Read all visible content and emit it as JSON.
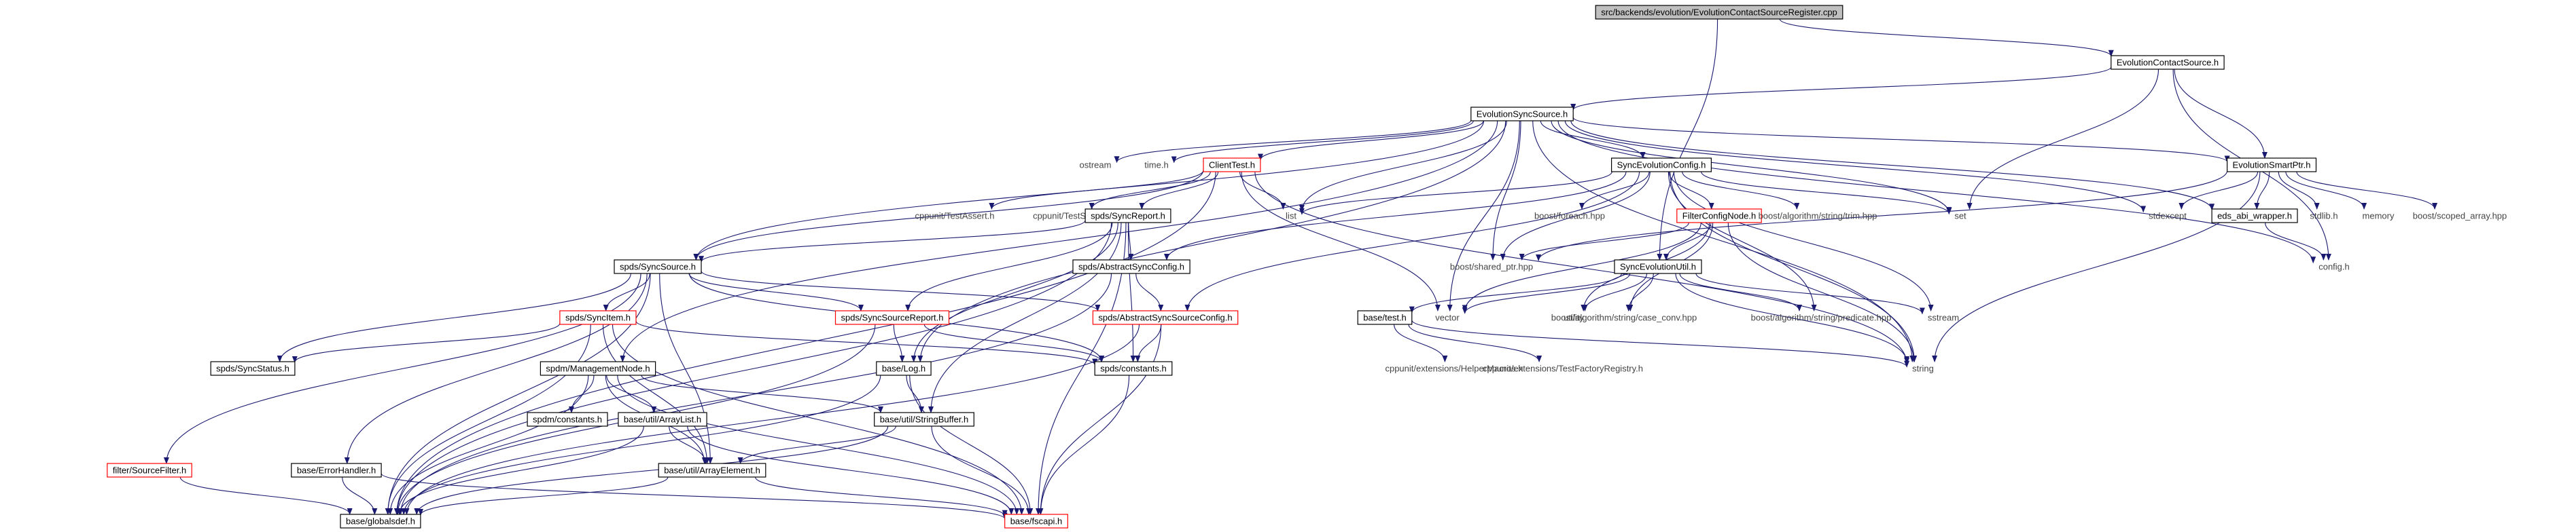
{
  "diagram": {
    "title": "src/backends/evolution/EvolutionContactSourceRegister.cpp",
    "colors": {
      "edge": "#191970",
      "root_fill": "#bfbfbf",
      "highlight": "#ff0000"
    },
    "nodes": [
      {
        "id": "root",
        "label": "src/backends/evolution/EvolutionContactSourceRegister.cpp",
        "style": "root"
      },
      {
        "id": "ecs",
        "label": "EvolutionContactSource.h",
        "style": "box"
      },
      {
        "id": "ess",
        "label": "EvolutionSyncSource.h",
        "style": "box"
      },
      {
        "id": "ostream",
        "label": "ostream",
        "style": "plain"
      },
      {
        "id": "time",
        "label": "time.h",
        "style": "plain"
      },
      {
        "id": "clienttest",
        "label": "ClientTest.h",
        "style": "red"
      },
      {
        "id": "esc",
        "label": "SyncEvolutionConfig.h",
        "style": "box"
      },
      {
        "id": "esp",
        "label": "EvolutionSmartPtr.h",
        "style": "box"
      },
      {
        "id": "cppassert",
        "label": "cppunit/TestAssert.h",
        "style": "plain"
      },
      {
        "id": "cppsuite",
        "label": "cppunit/TestSuite.h",
        "style": "plain"
      },
      {
        "id": "syncreport",
        "label": "spds/SyncReport.h",
        "style": "box"
      },
      {
        "id": "list",
        "label": "list",
        "style": "plain"
      },
      {
        "id": "bforeach",
        "label": "boost/foreach.hpp",
        "style": "plain"
      },
      {
        "id": "filternode",
        "label": "FilterConfigNode.h",
        "style": "red"
      },
      {
        "id": "btrim",
        "label": "boost/algorithm/string/trim.hpp",
        "style": "plain"
      },
      {
        "id": "set",
        "label": "set",
        "style": "plain"
      },
      {
        "id": "stdexcept",
        "label": "stdexcept",
        "style": "plain"
      },
      {
        "id": "edsabi",
        "label": "eds_abi_wrapper.h",
        "style": "box"
      },
      {
        "id": "stdlib",
        "label": "stdlib.h",
        "style": "plain"
      },
      {
        "id": "memory",
        "label": "memory",
        "style": "plain"
      },
      {
        "id": "bscoped",
        "label": "boost/scoped_array.hpp",
        "style": "plain"
      },
      {
        "id": "config",
        "label": "config.h",
        "style": "plain"
      },
      {
        "id": "bshared",
        "label": "boost/shared_ptr.hpp",
        "style": "plain"
      },
      {
        "id": "spdsasc",
        "label": "spds/AbstractSyncConfig.h",
        "style": "box"
      },
      {
        "id": "syncsource",
        "label": "spds/SyncSource.h",
        "style": "box"
      },
      {
        "id": "seutil",
        "label": "SyncEvolutionUtil.h",
        "style": "box"
      },
      {
        "id": "vector",
        "label": "vector",
        "style": "plain"
      },
      {
        "id": "utility",
        "label": "utility",
        "style": "plain"
      },
      {
        "id": "bcase",
        "label": "boost/algorithm/string/case_conv.hpp",
        "style": "plain"
      },
      {
        "id": "bpred",
        "label": "boost/algorithm/string/predicate.hpp",
        "style": "plain"
      },
      {
        "id": "sstream",
        "label": "sstream",
        "style": "plain"
      },
      {
        "id": "basetest",
        "label": "base/test.h",
        "style": "box"
      },
      {
        "id": "cpphelper",
        "label": "cppunit/extensions/HelperMacros.h",
        "style": "plain"
      },
      {
        "id": "cppfactory",
        "label": "cppunit/extensions/TestFactoryRegistry.h",
        "style": "plain"
      },
      {
        "id": "string",
        "label": "string",
        "style": "plain"
      },
      {
        "id": "syncitem",
        "label": "spds/SyncItem.h",
        "style": "red"
      },
      {
        "id": "ssreport",
        "label": "spds/SyncSourceReport.h",
        "style": "red"
      },
      {
        "id": "asscfg",
        "label": "spds/AbstractSyncSourceConfig.h",
        "style": "red"
      },
      {
        "id": "syncstatus",
        "label": "spds/SyncStatus.h",
        "style": "box"
      },
      {
        "id": "mgmtnode",
        "label": "spdm/ManagementNode.h",
        "style": "box"
      },
      {
        "id": "baselog",
        "label": "base/Log.h",
        "style": "box"
      },
      {
        "id": "constants",
        "label": "spds/constants.h",
        "style": "box"
      },
      {
        "id": "spdmconst",
        "label": "spdm/constants.h",
        "style": "box"
      },
      {
        "id": "arraylist",
        "label": "base/util/ArrayList.h",
        "style": "box"
      },
      {
        "id": "strbuf",
        "label": "base/util/StringBuffer.h",
        "style": "box"
      },
      {
        "id": "errhandler",
        "label": "base/ErrorHandler.h",
        "style": "box"
      },
      {
        "id": "arrayelem",
        "label": "base/util/ArrayElement.h",
        "style": "box"
      },
      {
        "id": "sourcefilter",
        "label": "filter/SourceFilter.h",
        "style": "red"
      },
      {
        "id": "globaldef",
        "label": "base/globalsdef.h",
        "style": "box"
      },
      {
        "id": "fscapi",
        "label": "base/fscapi.h",
        "style": "red"
      }
    ],
    "edges": [
      [
        "root",
        "ecs"
      ],
      [
        "root",
        "seutil"
      ],
      [
        "ecs",
        "ess"
      ],
      [
        "ecs",
        "set"
      ],
      [
        "ecs",
        "esp"
      ],
      [
        "ecs",
        "config"
      ],
      [
        "ess",
        "ostream"
      ],
      [
        "ess",
        "time"
      ],
      [
        "ess",
        "clienttest"
      ],
      [
        "ess",
        "esc"
      ],
      [
        "ess",
        "esp"
      ],
      [
        "ess",
        "syncsource"
      ],
      [
        "ess",
        "mgmtnode"
      ],
      [
        "ess",
        "baselog"
      ],
      [
        "ess",
        "bshared"
      ],
      [
        "ess",
        "vector"
      ],
      [
        "ess",
        "set"
      ],
      [
        "ess",
        "string"
      ],
      [
        "ess",
        "stdexcept"
      ],
      [
        "ess",
        "edsabi"
      ],
      [
        "ess",
        "config"
      ],
      [
        "ess",
        "list"
      ],
      [
        "clienttest",
        "cppassert"
      ],
      [
        "clienttest",
        "cppsuite"
      ],
      [
        "clienttest",
        "syncreport"
      ],
      [
        "clienttest",
        "list"
      ],
      [
        "clienttest",
        "syncsource"
      ],
      [
        "clienttest",
        "vector"
      ],
      [
        "clienttest",
        "string"
      ],
      [
        "clienttest",
        "globaldef"
      ],
      [
        "esc",
        "bforeach"
      ],
      [
        "esc",
        "filternode"
      ],
      [
        "esc",
        "btrim"
      ],
      [
        "esc",
        "set"
      ],
      [
        "esc",
        "bshared"
      ],
      [
        "esc",
        "spdsasc"
      ],
      [
        "esc",
        "asscfg"
      ],
      [
        "esc",
        "list"
      ],
      [
        "esc",
        "sstream"
      ],
      [
        "esc",
        "string"
      ],
      [
        "esc",
        "bpred"
      ],
      [
        "esp",
        "edsabi"
      ],
      [
        "esp",
        "stdexcept"
      ],
      [
        "esp",
        "stdlib"
      ],
      [
        "esp",
        "memory"
      ],
      [
        "esp",
        "bscoped"
      ],
      [
        "esp",
        "bshared"
      ],
      [
        "esp",
        "string"
      ],
      [
        "edsabi",
        "config"
      ],
      [
        "filternode",
        "bshared"
      ],
      [
        "filternode",
        "seutil"
      ],
      [
        "filternode",
        "vector"
      ],
      [
        "filternode",
        "bcase"
      ],
      [
        "filternode",
        "string"
      ],
      [
        "filternode",
        "utility"
      ],
      [
        "syncreport",
        "syncsource"
      ],
      [
        "syncreport",
        "spdsasc"
      ],
      [
        "syncreport",
        "ssreport"
      ],
      [
        "syncreport",
        "baselog"
      ],
      [
        "syncreport",
        "strbuf"
      ],
      [
        "syncreport",
        "fscapi"
      ],
      [
        "syncreport",
        "globaldef"
      ],
      [
        "syncreport",
        "constants"
      ],
      [
        "spdsasc",
        "asscfg"
      ],
      [
        "spdsasc",
        "globaldef"
      ],
      [
        "syncsource",
        "syncitem"
      ],
      [
        "syncsource",
        "ssreport"
      ],
      [
        "syncsource",
        "asscfg"
      ],
      [
        "syncsource",
        "syncstatus"
      ],
      [
        "syncsource",
        "errhandler"
      ],
      [
        "syncsource",
        "sourcefilter"
      ],
      [
        "syncsource",
        "arrayelem"
      ],
      [
        "syncsource",
        "constants"
      ],
      [
        "syncsource",
        "globaldef"
      ],
      [
        "seutil",
        "basetest"
      ],
      [
        "seutil",
        "vector"
      ],
      [
        "seutil",
        "utility"
      ],
      [
        "seutil",
        "bcase"
      ],
      [
        "seutil",
        "bpred"
      ],
      [
        "seutil",
        "sstream"
      ],
      [
        "seutil",
        "string"
      ],
      [
        "basetest",
        "cpphelper"
      ],
      [
        "basetest",
        "cppfactory"
      ],
      [
        "basetest",
        "string"
      ],
      [
        "syncitem",
        "syncstatus"
      ],
      [
        "syncitem",
        "constants"
      ],
      [
        "syncitem",
        "arrayelem"
      ],
      [
        "syncitem",
        "fscapi"
      ],
      [
        "syncitem",
        "globaldef"
      ],
      [
        "ssreport",
        "baselog"
      ],
      [
        "ssreport",
        "constants"
      ],
      [
        "ssreport",
        "globaldef"
      ],
      [
        "asscfg",
        "constants"
      ],
      [
        "asscfg",
        "fscapi"
      ],
      [
        "asscfg",
        "globaldef"
      ],
      [
        "mgmtnode",
        "spdmconst"
      ],
      [
        "mgmtnode",
        "arraylist"
      ],
      [
        "mgmtnode",
        "arrayelem"
      ],
      [
        "mgmtnode",
        "strbuf"
      ],
      [
        "mgmtnode",
        "fscapi"
      ],
      [
        "mgmtnode",
        "globaldef"
      ],
      [
        "baselog",
        "strbuf"
      ],
      [
        "baselog",
        "fscapi"
      ],
      [
        "baselog",
        "globaldef"
      ],
      [
        "constants",
        "fscapi"
      ],
      [
        "arraylist",
        "arrayelem"
      ],
      [
        "arraylist",
        "fscapi"
      ],
      [
        "arraylist",
        "globaldef"
      ],
      [
        "strbuf",
        "arrayelem"
      ],
      [
        "strbuf",
        "fscapi"
      ],
      [
        "strbuf",
        "globaldef"
      ],
      [
        "errhandler",
        "fscapi"
      ],
      [
        "errhandler",
        "globaldef"
      ],
      [
        "arrayelem",
        "fscapi"
      ],
      [
        "arrayelem",
        "globaldef"
      ],
      [
        "sourcefilter",
        "globaldef"
      ]
    ]
  }
}
